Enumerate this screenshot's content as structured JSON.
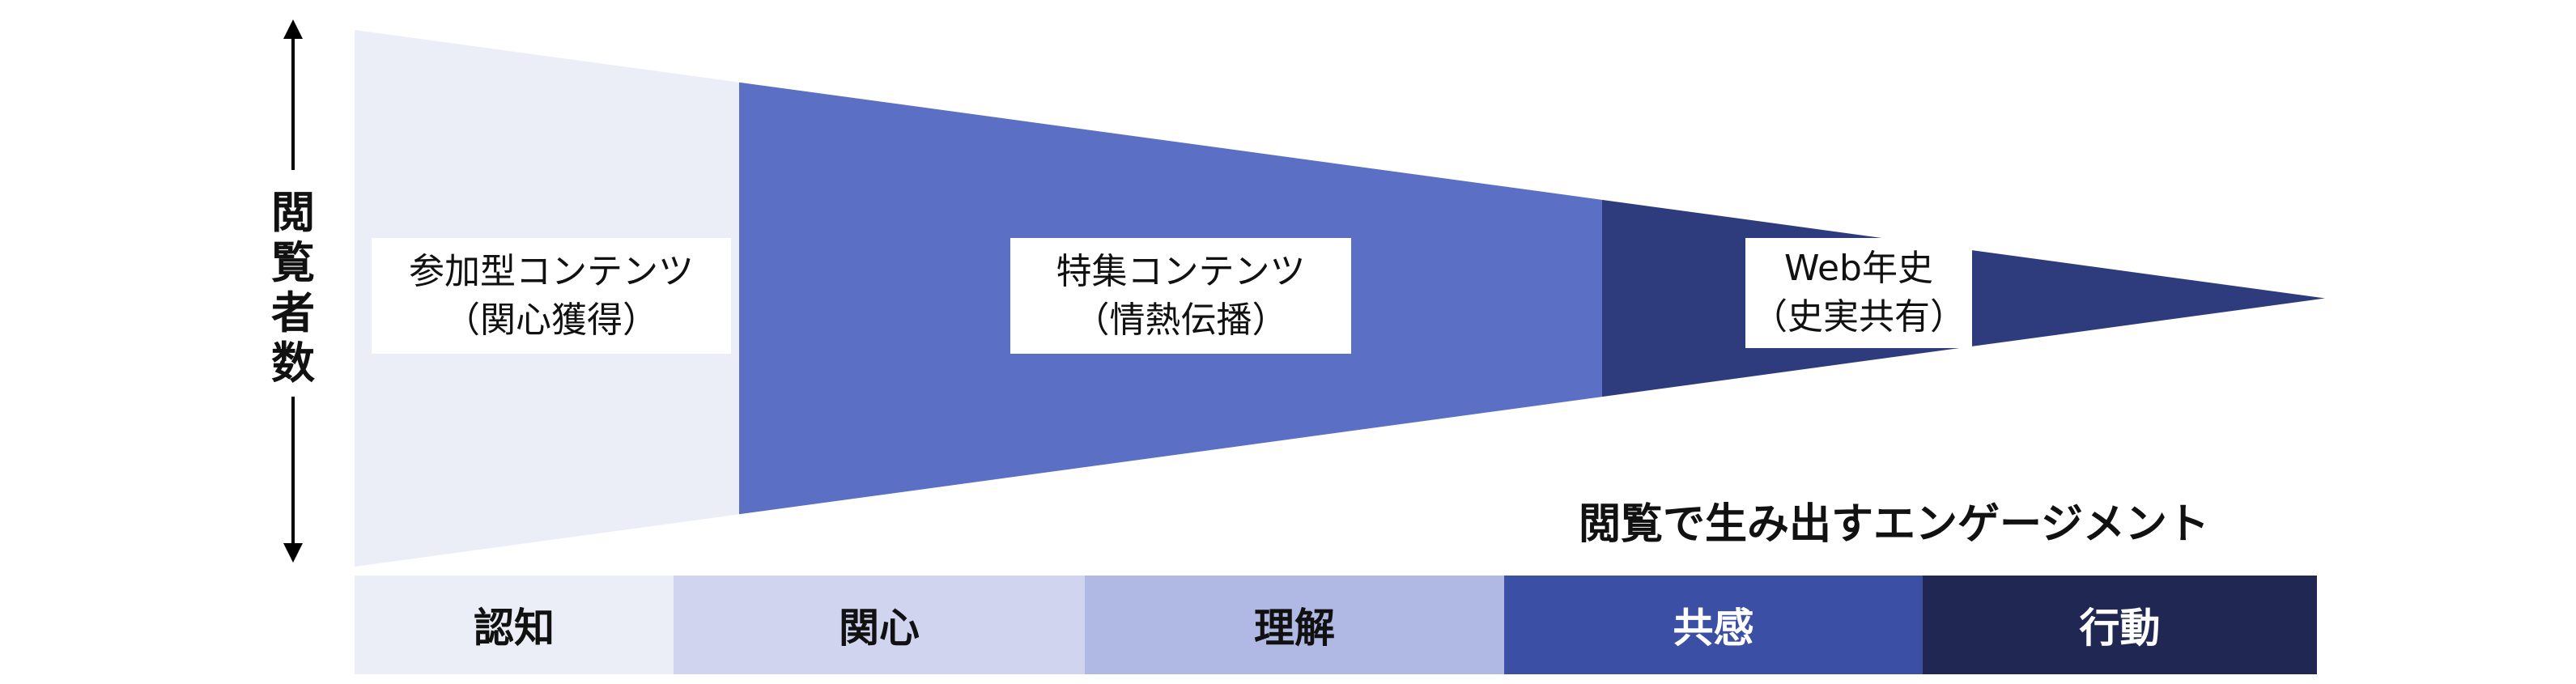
{
  "axis": {
    "label": "閲覧者数"
  },
  "segments": [
    {
      "line1": "参加型コンテンツ",
      "line2": "（関心獲得）",
      "color": "#ECEEF7"
    },
    {
      "line1": "特集コンテンツ",
      "line2": "（情熱伝播）",
      "color": "#5B6FC4"
    },
    {
      "line1": "Web年史",
      "line2": "（史実共有）",
      "color": "#2E3C7E"
    }
  ],
  "caption": "閲覧で生み出すエンゲージメント",
  "stages": [
    {
      "label": "認知",
      "color": "#ECEEF7",
      "text_color": "#111111"
    },
    {
      "label": "関心",
      "color": "#D0D4EE",
      "text_color": "#111111"
    },
    {
      "label": "理解",
      "color": "#B0B9E3",
      "text_color": "#111111"
    },
    {
      "label": "共感",
      "color": "#3B4FA5",
      "text_color": "#FFFFFF"
    },
    {
      "label": "行動",
      "color": "#1F2752",
      "text_color": "#FFFFFF"
    }
  ]
}
